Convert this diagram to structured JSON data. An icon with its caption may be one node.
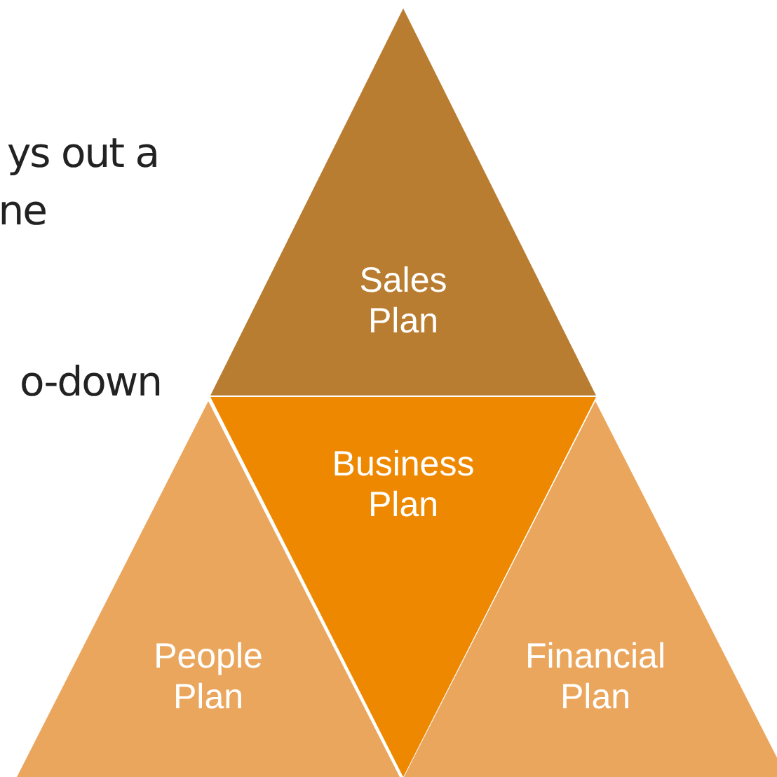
{
  "diagram": {
    "nodes": [
      {
        "text": [
          "Sales Plan"
        ]
      },
      {
        "text": [
          "Business Plan"
        ]
      },
      {
        "text": [
          "People Plan"
        ]
      },
      {
        "text": [
          "Financial Plan"
        ]
      }
    ],
    "labels": [
      "ys out a",
      "ne",
      "o-down"
    ]
  }
}
